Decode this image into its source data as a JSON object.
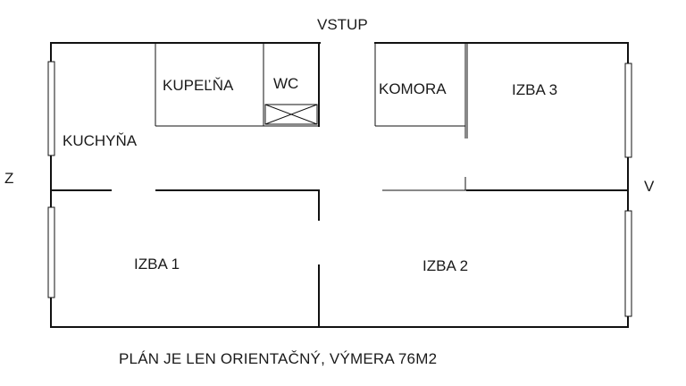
{
  "directions": {
    "top": "VSTUP",
    "left": "Z",
    "right": "V"
  },
  "rooms": {
    "kitchen": "KUCHYŇA",
    "bathroom": "KUPEĽŇA",
    "toilet": "WC",
    "storage": "KOMORA",
    "room1": "IZBA 1",
    "room2": "IZBA 2",
    "room3": "IZBA 3"
  },
  "note": "PLÁN JE LEN ORIENTAČNÝ, VÝMERA 76M2"
}
